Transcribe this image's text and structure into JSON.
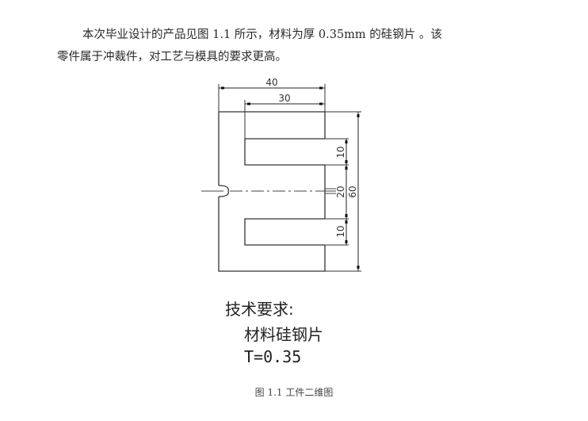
{
  "paragraph": {
    "line1": "本次毕业设计的产品见图  1.1 所示，材料为厚  0.35mm 的硅钢片 。该",
    "line2": "零件属于冲裁件，对工艺与模具的要求更高。"
  },
  "drawing": {
    "dimensions": {
      "overall_width": "40",
      "slot_depth": "30",
      "upper_slot_height": "10",
      "middle_tongue_height": "20",
      "lower_slot_height": "10",
      "overall_height": "60"
    },
    "colors": {
      "line": "#333333",
      "centerline": "#444444"
    }
  },
  "requirements": {
    "title": "技术要求:",
    "material": "材料硅钢片",
    "thickness": "T=0.35"
  },
  "caption": "图 1.1 工件二维图"
}
